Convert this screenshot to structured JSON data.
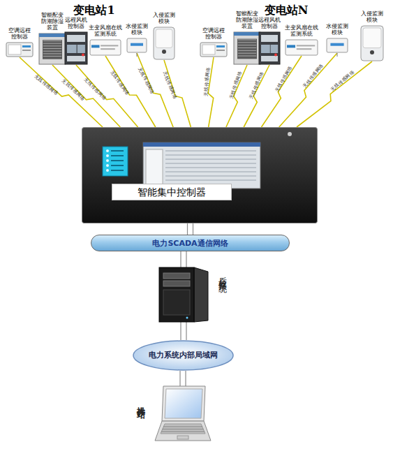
{
  "diagram": {
    "nodes": [
      {
        "text": [
          "空调远程控制器"
        ]
      },
      {
        "text": [
          "智能配变防潮除湿装置"
        ]
      },
      {
        "text": [
          "远程风机控制器"
        ]
      },
      {
        "text": [
          "主变风扇在线监测系统"
        ]
      },
      {
        "text": [
          "水侵监测模块"
        ]
      },
      {
        "text": [
          "入侵监测模块"
        ]
      },
      {
        "text": [
          "空调远程控制器"
        ]
      },
      {
        "text": [
          "智能配变防潮除湿装置"
        ]
      },
      {
        "text": [
          "远程风机控制器"
        ]
      },
      {
        "text": [
          "主变风扇在线监测系统"
        ]
      },
      {
        "text": [
          "水侵监测模块"
        ]
      },
      {
        "text": [
          "入侵监测模块"
        ]
      },
      {
        "text": [
          "智能集中控制器"
        ]
      },
      {
        "text": [
          "电力SCADA通信网络"
        ]
      },
      {
        "text": [
          "后台软件系统"
        ]
      },
      {
        "text": [
          "电力系统内部局域网"
        ]
      },
      {
        "text": [
          "操作站"
        ]
      }
    ],
    "edges": [
      {
        "from": 0,
        "to": 12,
        "arrow": "none",
        "label": "无线传感网络"
      },
      {
        "from": 1,
        "to": 12,
        "arrow": "none",
        "label": "无线传感网络"
      },
      {
        "from": 2,
        "to": 12,
        "arrow": "none",
        "label": "无线传感网络"
      },
      {
        "from": 3,
        "to": 12,
        "arrow": "none",
        "label": "无线传感网络"
      },
      {
        "from": 4,
        "to": 12,
        "arrow": "none",
        "label": "无线传感网络"
      },
      {
        "from": 5,
        "to": 12,
        "arrow": "none",
        "label": "无线传感网络"
      },
      {
        "from": 6,
        "to": 12,
        "arrow": "none",
        "label": "无线传感网络"
      },
      {
        "from": 7,
        "to": 12,
        "arrow": "none",
        "label": "无线传感网络"
      },
      {
        "from": 8,
        "to": 12,
        "arrow": "none",
        "label": "无线传感网络"
      },
      {
        "from": 9,
        "to": 12,
        "arrow": "none",
        "label": "无线传感网络"
      },
      {
        "from": 10,
        "to": 12,
        "arrow": "none",
        "label": "无线传感网络"
      },
      {
        "from": 11,
        "to": 12,
        "arrow": "none",
        "label": "无线传感网络"
      },
      {
        "from": 12,
        "to": 13,
        "arrow": "none"
      },
      {
        "from": 13,
        "to": 14,
        "arrow": "none"
      },
      {
        "from": 14,
        "to": 15,
        "arrow": "none"
      },
      {
        "from": 15,
        "to": 16,
        "arrow": "none"
      }
    ],
    "labels": [
      "变电站1",
      "变电站N"
    ]
  }
}
